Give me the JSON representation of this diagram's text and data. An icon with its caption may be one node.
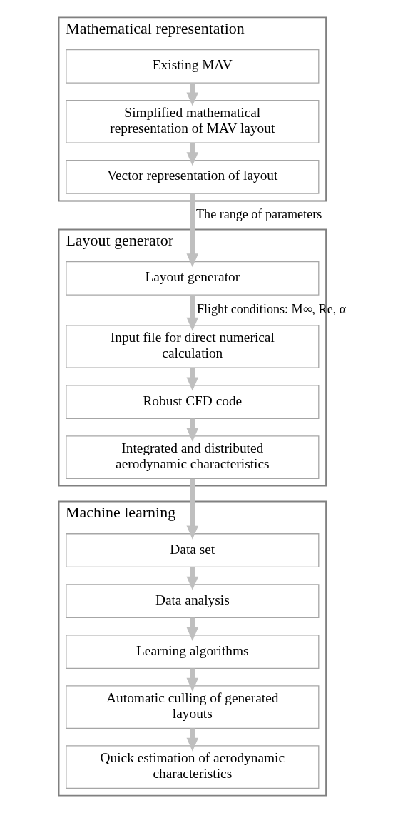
{
  "diagram": {
    "nodes": [
      {
        "text": [
          "Mathematical representation"
        ]
      },
      {
        "text": [
          "Existing MAV"
        ],
        "in": 0
      },
      {
        "text": [
          "Simplified mathematical representation of MAV layout"
        ],
        "in": 0
      },
      {
        "text": [
          "Vector representation of layout"
        ],
        "in": 0
      },
      {
        "text": [
          "Layout generator"
        ]
      },
      {
        "text": [
          "Layout generator"
        ],
        "in": 4
      },
      {
        "text": [
          "Input file for direct numerical calculation"
        ],
        "in": 4
      },
      {
        "text": [
          "Robust CFD code"
        ],
        "in": 4
      },
      {
        "text": [
          "Integrated and distributed aerodynamic characteristics"
        ],
        "in": 4
      },
      {
        "text": [
          "Machine learning"
        ]
      },
      {
        "text": [
          "Data set"
        ],
        "in": 9
      },
      {
        "text": [
          "Data analysis"
        ],
        "in": 9
      },
      {
        "text": [
          "Learning algorithms"
        ],
        "in": 9
      },
      {
        "text": [
          "Automatic culling of generated layouts"
        ],
        "in": 9
      },
      {
        "text": [
          "Quick estimation of aerodynamic characteristics"
        ],
        "in": 9
      }
    ],
    "edges": [
      {
        "from": 1,
        "to": 2,
        "arrow": "to"
      },
      {
        "from": 2,
        "to": 3,
        "arrow": "to"
      },
      {
        "from": 3,
        "to": 5,
        "arrow": "to",
        "label": "The range of parameters"
      },
      {
        "from": 5,
        "to": 6,
        "arrow": "to",
        "label": "Flight conditions: M∞, Re, α"
      },
      {
        "from": 6,
        "to": 7,
        "arrow": "to"
      },
      {
        "from": 7,
        "to": 8,
        "arrow": "to"
      },
      {
        "from": 8,
        "to": 10,
        "arrow": "to"
      },
      {
        "from": 10,
        "to": 11,
        "arrow": "to"
      },
      {
        "from": 11,
        "to": 12,
        "arrow": "to"
      },
      {
        "from": 12,
        "to": 13,
        "arrow": "to"
      },
      {
        "from": 13,
        "to": 14,
        "arrow": "to"
      }
    ]
  }
}
